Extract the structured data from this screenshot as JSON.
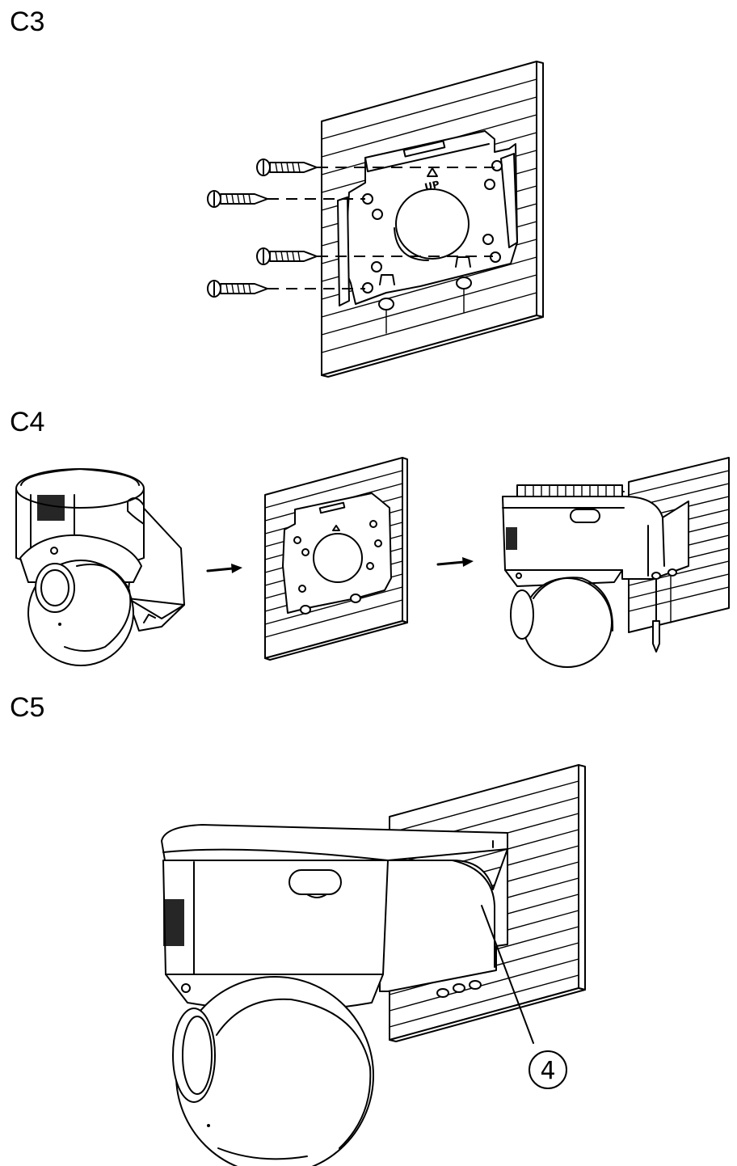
{
  "steps": {
    "c3": "C3",
    "c4": "C4",
    "c5": "C5"
  },
  "bracket_text": "UP",
  "callout": "4"
}
